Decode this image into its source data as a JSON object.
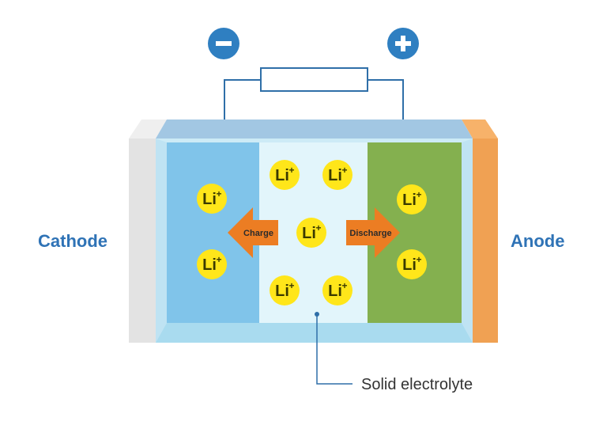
{
  "labels": {
    "cathode": "Cathode",
    "anode": "Anode",
    "charge": "Charge",
    "discharge": "Discharge",
    "electrolyte": "Solid electrolyte"
  },
  "terminals": {
    "negative": "−",
    "positive": "+"
  },
  "ion": {
    "symbol": "Li",
    "charge": "+"
  },
  "colors": {
    "terminal": "#2f7fc1",
    "cathode_layer": "#80c4ea",
    "anode_layer": "#84b04f",
    "electrolyte": "#e2f5fb",
    "arrow": "#ec7d23",
    "ion_fill": "#ffe61a",
    "collector_left": "#e3e3e3",
    "collector_right": "#f0a153",
    "wire": "#2f6fa8",
    "label_blue": "#2f73b6",
    "case_top": "#a2c7e3",
    "case_bottom": "#a9dbef"
  }
}
